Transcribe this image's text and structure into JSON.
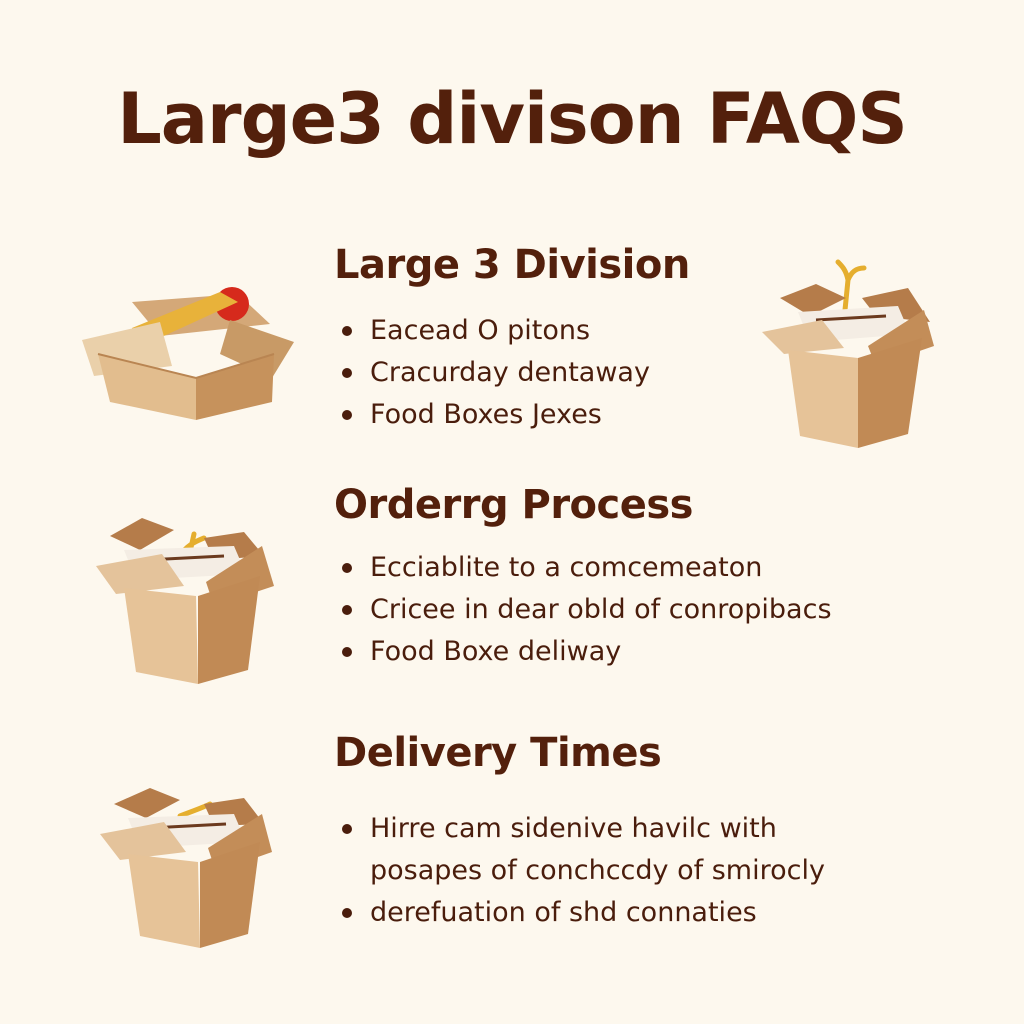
{
  "title": "Large3 divison FAQS",
  "sections": [
    {
      "heading": "Large 3 Division",
      "items": [
        "Eacead O pitons",
        "Cracurday dentaway",
        "Food Boxes Jexes"
      ]
    },
    {
      "heading": "Orderrg Process",
      "items": [
        "Ecciablite to a comcemeaton",
        "Cricee in dear obld of conropibacs",
        "Food Boxe deliway"
      ]
    },
    {
      "heading": "Delivery Times",
      "items": [
        {
          "line1": "Hirre cam sidenive havilc with",
          "line2": "posapes of conchccdy of smirocly"
        },
        "derefuation of shd connaties"
      ]
    }
  ],
  "icons": {
    "box_1": "open-cardboard-box-icon",
    "box_2": "takeout-box-icon",
    "box_3": "takeout-box-icon",
    "box_4": "takeout-box-icon"
  },
  "colors": {
    "background": "#fdf8ee",
    "text": "#53200c",
    "cardboard_light": "#e9c9a0",
    "cardboard_mid": "#d7ad7c",
    "cardboard_dark": "#b98552",
    "tape": "#e8b23a",
    "accent_red": "#d62a1c"
  }
}
